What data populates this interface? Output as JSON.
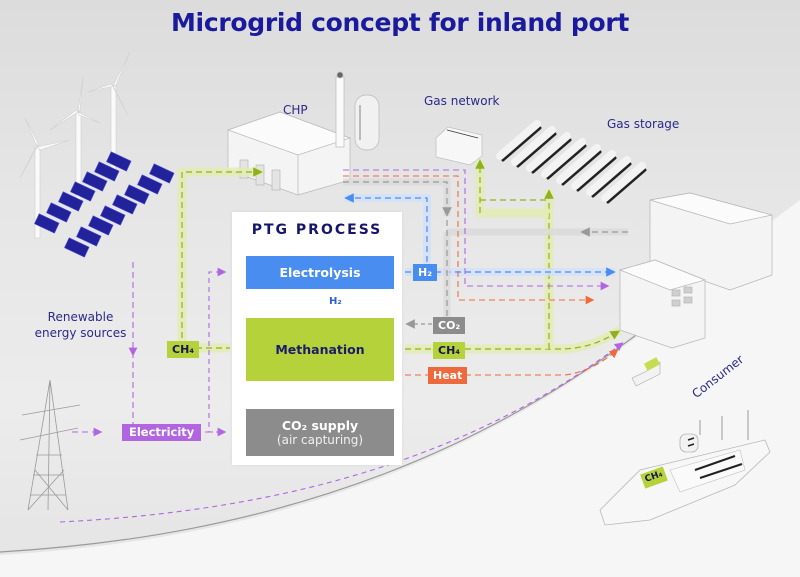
{
  "title": "Microgrid concept for inland port",
  "places": {
    "chp": "CHP",
    "gas_network": "Gas network",
    "gas_storage": "Gas storage",
    "renewable_line1": "Renewable",
    "renewable_line2": "energy sources",
    "consumer": "Consumer"
  },
  "ptg": {
    "title": "PTG PROCESS",
    "electrolysis": "Electrolysis",
    "methanation": "Methanation",
    "co2_supply": "CO₂ supply",
    "co2_supply_sub": "(air capturing)",
    "internal_h2": "H₂"
  },
  "flow_tags": {
    "h2_out": "H₂",
    "co2_in": "CO₂",
    "ch4_out": "CH₄",
    "heat_out": "Heat",
    "ch4_left": "CH₄",
    "electricity": "Electricity",
    "ship_ch4": "CH₄"
  },
  "colors": {
    "title": "#1a1a9c",
    "hydrogen": "#4a8df0",
    "methane": "#b6d23a",
    "co2": "#8c8c8c",
    "heat": "#ee6a3c",
    "electricity": "#b265e0"
  }
}
